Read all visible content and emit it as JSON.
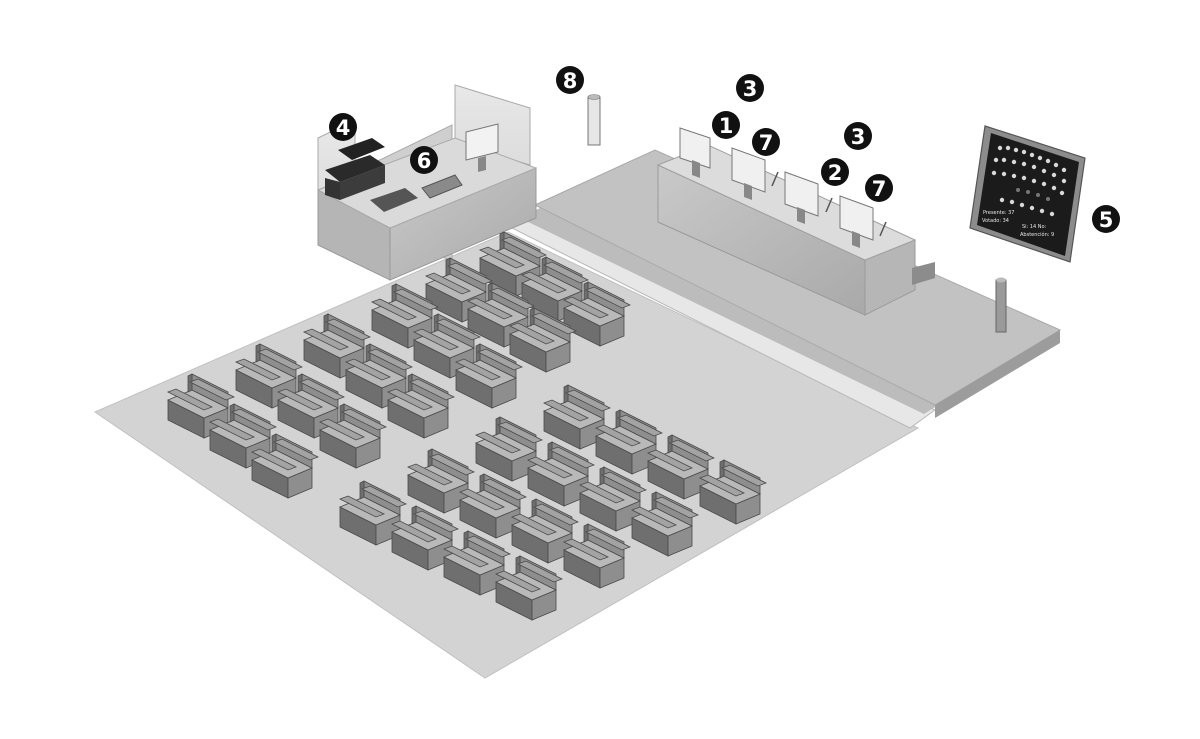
{
  "colors": {
    "floor": "#d2d2d2",
    "floor_edge": "#bdbdbd",
    "stage_top": "#c4c4c4",
    "stage_side": "#a5a5a5",
    "desk_front": "#b2b2b2",
    "desk_top": "#d9d9d9",
    "seat_dark": "#6f6f6f",
    "seat_mid": "#8e8e8e",
    "seat_light": "#b9b9b9",
    "screen_frame": "#8a8a8a",
    "screen_bg": "#1a1a1a",
    "callout": "#111111"
  },
  "callouts": [
    {
      "label": "1"
    },
    {
      "label": "2"
    },
    {
      "label": "3"
    },
    {
      "label": "3"
    },
    {
      "label": "4"
    },
    {
      "label": "5"
    },
    {
      "label": "6"
    },
    {
      "label": "7"
    },
    {
      "label": "7"
    },
    {
      "label": "8"
    }
  ],
  "display_screen": {
    "line1": "Presente: 37",
    "line2": "Votado:   34",
    "line3": "Si: 14  No:",
    "line4": "Abstención:  9"
  }
}
